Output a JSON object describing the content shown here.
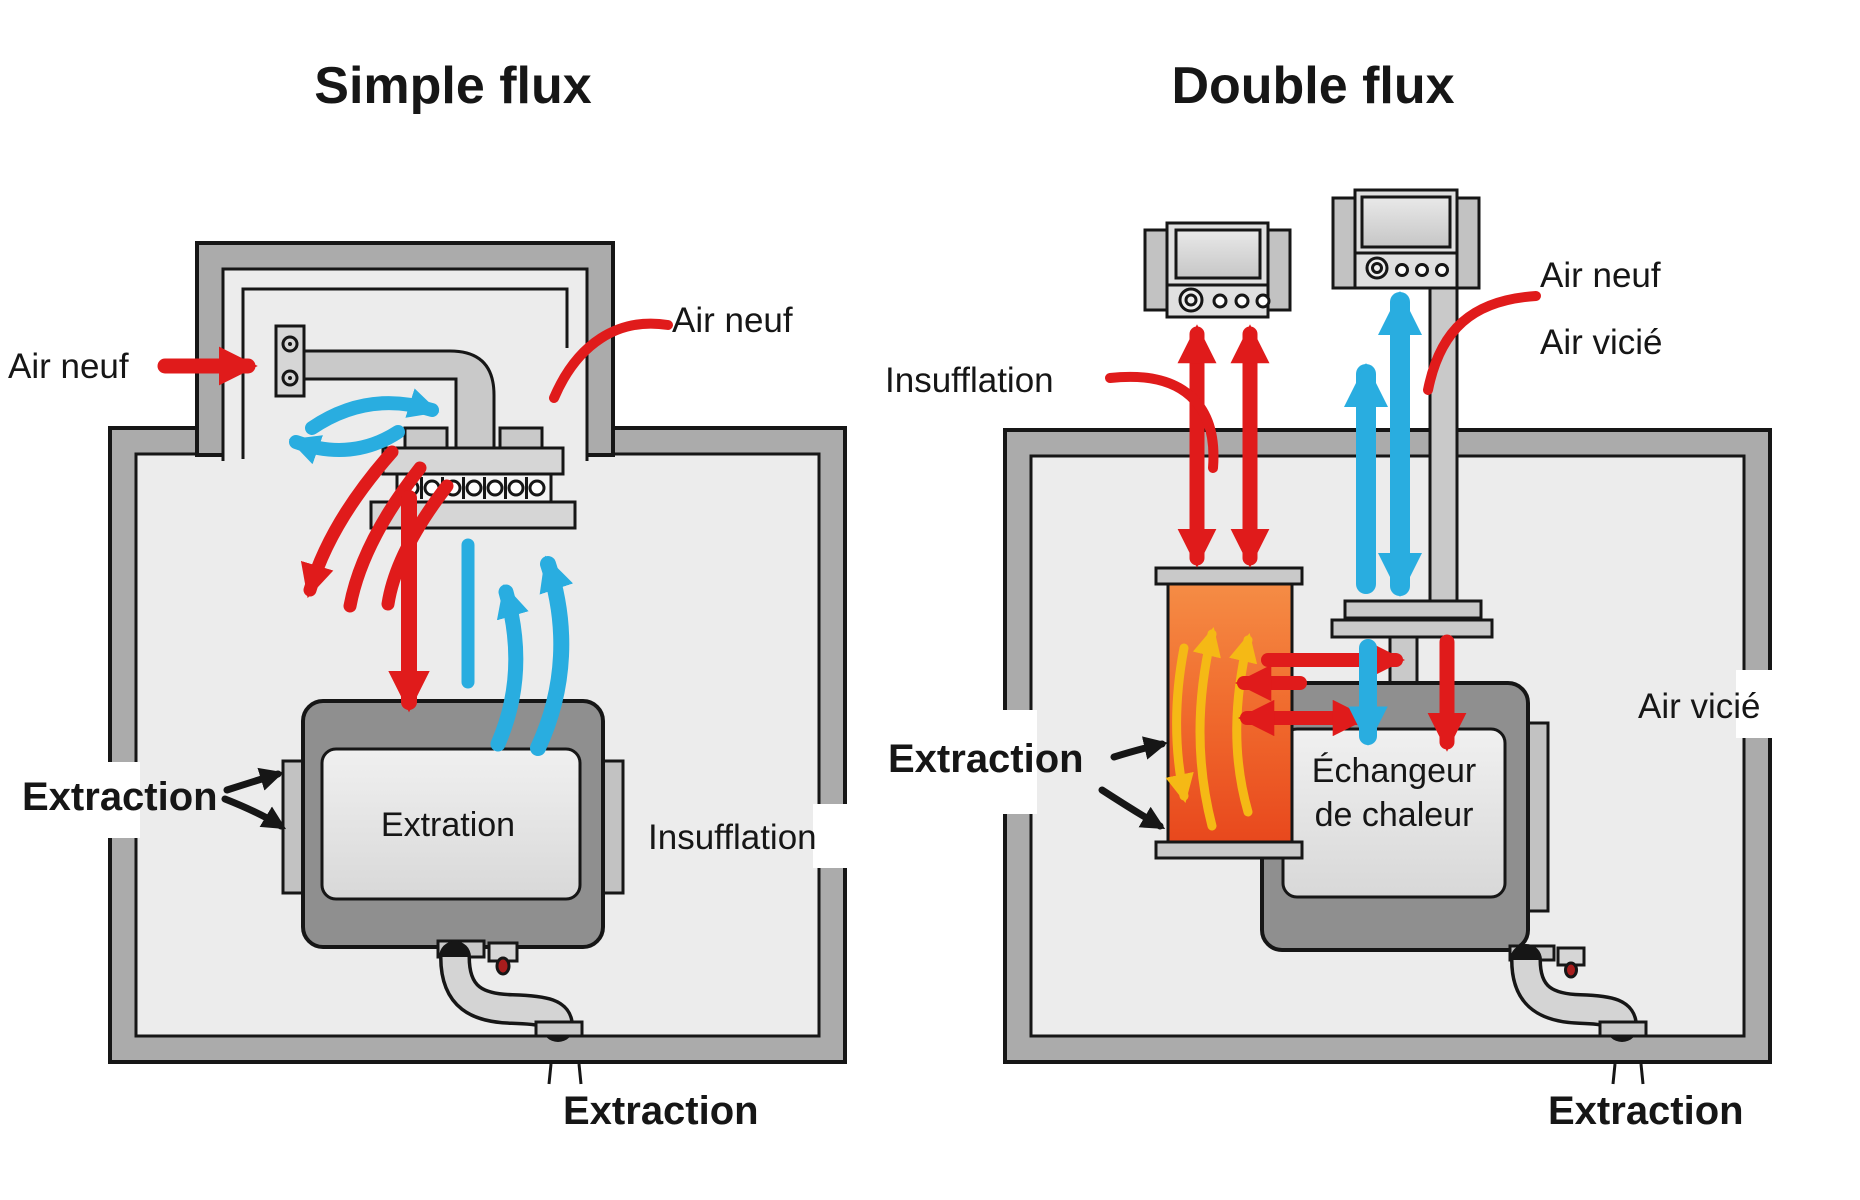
{
  "diagram": {
    "left": {
      "title": "Simple flux",
      "air_neuf_side": "Air neuf",
      "air_neuf_top": "Air neuf",
      "extraction_side": "Extraction",
      "unit_label": "Extration",
      "insufflation": "Insufflation",
      "extraction_bottom": "Extraction"
    },
    "right": {
      "title": "Double flux",
      "insufflation": "Insufflation",
      "air_neuf_top": "Air neuf",
      "air_vicie_top": "Air vicié",
      "extraction_side": "Extraction",
      "exchanger_label_line1": "Échangeur",
      "exchanger_label_line2": "de chaleur",
      "air_vicie_side": "Air vicié",
      "extraction_bottom": "Extraction"
    },
    "colors": {
      "fresh_air_red": "#e01b1b",
      "stale_air_blue": "#29ade0",
      "heat_yellow": "#f5b915",
      "wall_gray": "#ababab",
      "interior_gray": "#ececec",
      "unit_gray": "#8f8f8f",
      "duct_gray": "#c9c9c9",
      "exchanger_orange_top": "#f58c45",
      "exchanger_orange_bottom": "#e8481d",
      "outline_black": "#161616",
      "valve_dark_red": "#a81d1d"
    }
  }
}
